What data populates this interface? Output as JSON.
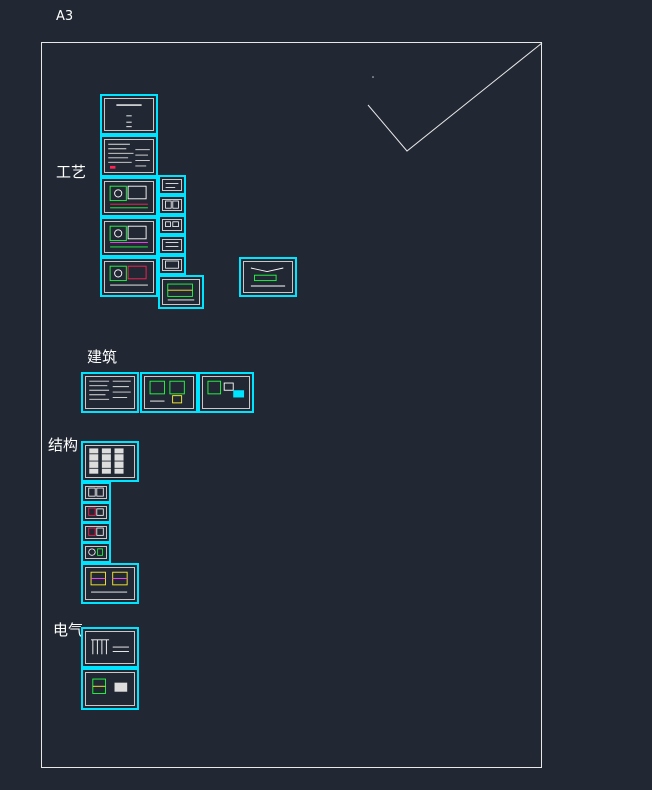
{
  "canvas": {
    "sheet_size_label": "A3"
  },
  "groups": {
    "process": "工艺",
    "architecture": "建筑",
    "structure": "结构",
    "electrical": "电气"
  },
  "colors": {
    "background": "#222833",
    "sheet_frame": "#00e5ff",
    "border_line": "#e8e8e8",
    "accent_green": "#22ff44",
    "accent_red": "#ff2255",
    "accent_magenta": "#ff44ff",
    "accent_yellow": "#ffee33"
  },
  "icons": {
    "drawing_sheet": "drawing-sheet-icon"
  }
}
